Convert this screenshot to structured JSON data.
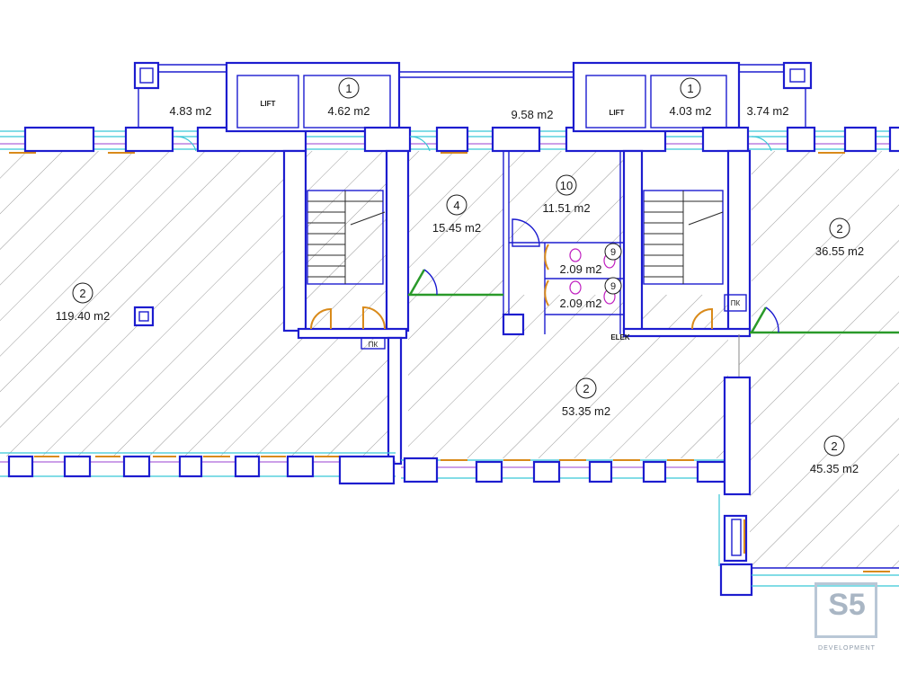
{
  "rooms": [
    {
      "id": "room-big-left",
      "num": "2",
      "area": "119.40 m2"
    },
    {
      "id": "room-lift-left",
      "num": "1",
      "area": "4.62 m2"
    },
    {
      "id": "room-balcony-left",
      "num": "",
      "area": "4.83 m2"
    },
    {
      "id": "room-corridor-top",
      "num": "",
      "area": "9.58 m2"
    },
    {
      "id": "room-4",
      "num": "4",
      "area": "15.45 m2"
    },
    {
      "id": "room-10",
      "num": "10",
      "area": "11.51 m2"
    },
    {
      "id": "room-wc-1",
      "num": "9",
      "area": "2.09 m2"
    },
    {
      "id": "room-wc-2",
      "num": "9",
      "area": "2.09 m2"
    },
    {
      "id": "room-lift-right",
      "num": "1",
      "area": "4.03 m2"
    },
    {
      "id": "room-balcony-right",
      "num": "",
      "area": "3.74 m2"
    },
    {
      "id": "room-right-top",
      "num": "2",
      "area": "36.55 m2"
    },
    {
      "id": "room-center",
      "num": "2",
      "area": "53.35 m2"
    },
    {
      "id": "room-right-bottom",
      "num": "2",
      "area": "45.35 m2"
    }
  ],
  "labels": {
    "lift_left": "LIFT",
    "lift_right": "LIFT",
    "pk_left": "ПК",
    "pk_right": "ПК",
    "elek": "ELEK"
  },
  "logo": {
    "mark": "S5",
    "text": "DEVELOPMENT"
  },
  "colors": {
    "wall": "#1d1dcf",
    "cyan": "#38c6d6",
    "hatch": "#9a9a9a",
    "door": "#2a9a2a",
    "orange": "#d98a1a",
    "purple": "#9a3fd1"
  }
}
